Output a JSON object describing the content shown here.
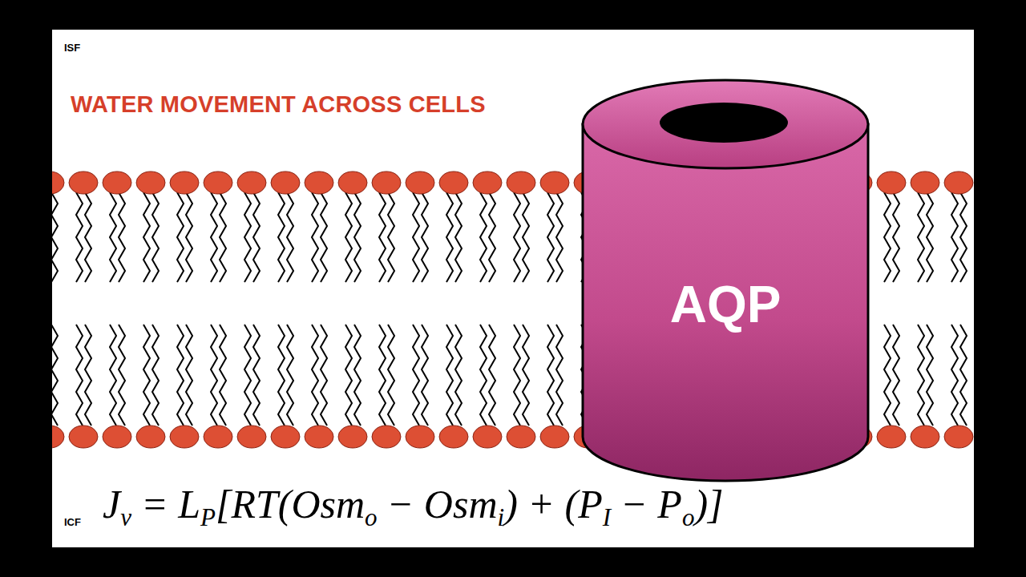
{
  "diagram": {
    "title": "WATER MOVEMENT ACROSS CELLS",
    "nodes": [
      {
        "text": [
          "AQP"
        ]
      }
    ],
    "labels": [
      "ISF",
      "ICF",
      "J",
      "v",
      "= L",
      "P",
      "[RT(Osm",
      "o",
      "− Osm",
      "i",
      ") + (P",
      "I",
      "− P",
      "o",
      ")]"
    ]
  }
}
